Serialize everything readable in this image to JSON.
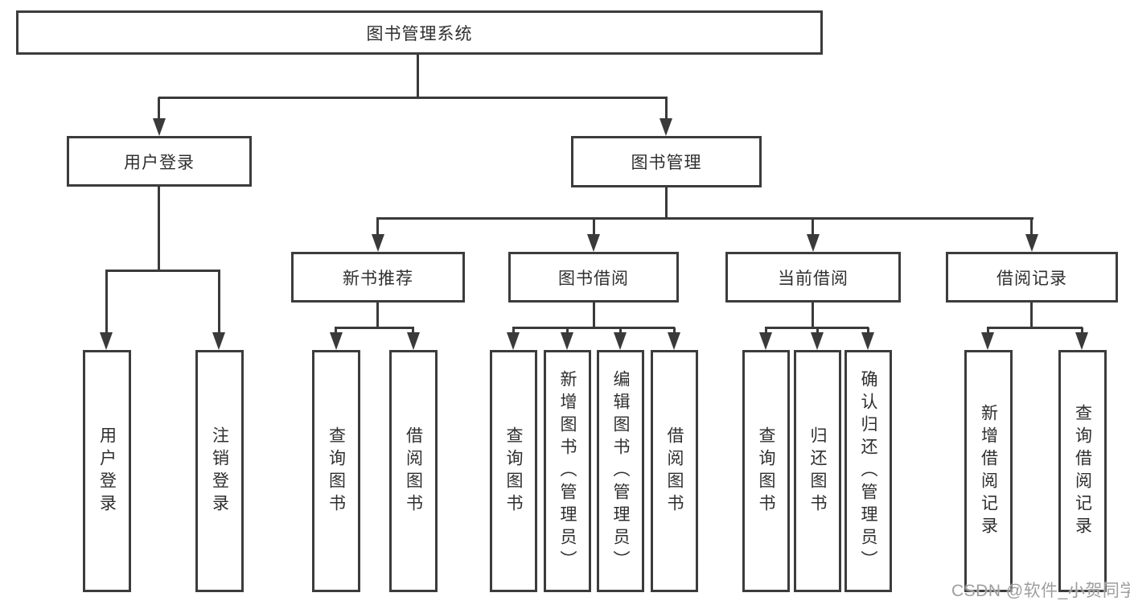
{
  "title": "图书管理系统",
  "tree": {
    "root": "图书管理系统",
    "children": [
      {
        "label": "用户登录",
        "children": [
          {
            "label": "用户登录"
          },
          {
            "label": "注销登录"
          }
        ]
      },
      {
        "label": "图书管理",
        "children": [
          {
            "label": "新书推荐",
            "children": [
              {
                "label": "查询图书"
              },
              {
                "label": "借阅图书"
              }
            ]
          },
          {
            "label": "图书借阅",
            "children": [
              {
                "label": "查询图书"
              },
              {
                "label": "新增图书（管理员）"
              },
              {
                "label": "编辑图书（管理员）"
              },
              {
                "label": "借阅图书"
              }
            ]
          },
          {
            "label": "当前借阅",
            "children": [
              {
                "label": "查询图书"
              },
              {
                "label": "归还图书"
              },
              {
                "label": "确认归还（管理员）"
              }
            ]
          },
          {
            "label": "借阅记录",
            "children": [
              {
                "label": "新增借阅记录"
              },
              {
                "label": "查询借阅记录"
              }
            ]
          }
        ]
      }
    ]
  },
  "watermark": "CSDN @软件_小贺同学",
  "colors": {
    "line": "#3a3a3a",
    "box_border": "#3c3c3c",
    "text": "#2f2f2f",
    "watermark": "#9e9e9e",
    "background": "#ffffff"
  }
}
